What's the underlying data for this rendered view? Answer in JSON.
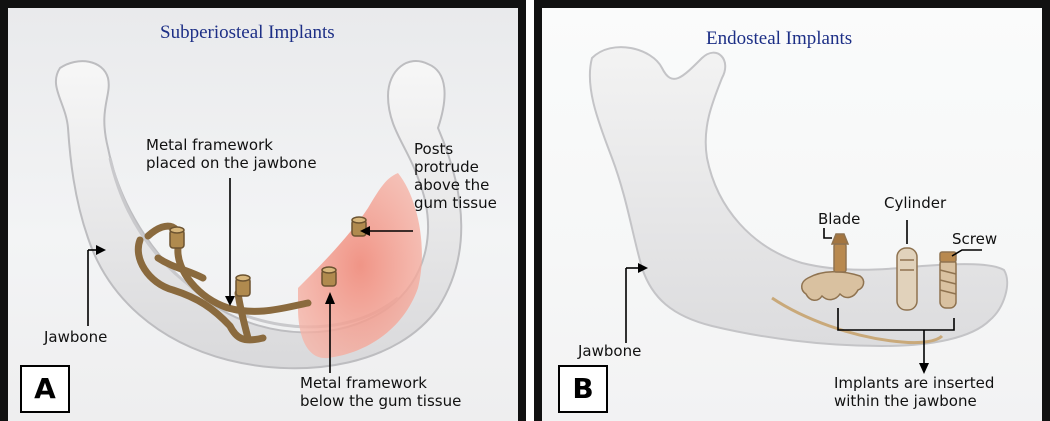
{
  "panel_a": {
    "title": "Subperiosteal Implants",
    "badge": "A",
    "labels": {
      "metal_framework_on": "Metal framework\nplaced on the jawbone",
      "posts": "Posts\nprotrude\nabove the\ngum tissue",
      "jawbone": "Jawbone",
      "metal_framework_below": "Metal framework\nbelow the gum tissue"
    }
  },
  "panel_b": {
    "title": "Endosteal Implants",
    "badge": "B",
    "labels": {
      "blade": "Blade",
      "cylinder": "Cylinder",
      "screw": "Screw",
      "jawbone": "Jawbone",
      "inserted": "Implants are inserted\nwithin the jawbone"
    }
  }
}
